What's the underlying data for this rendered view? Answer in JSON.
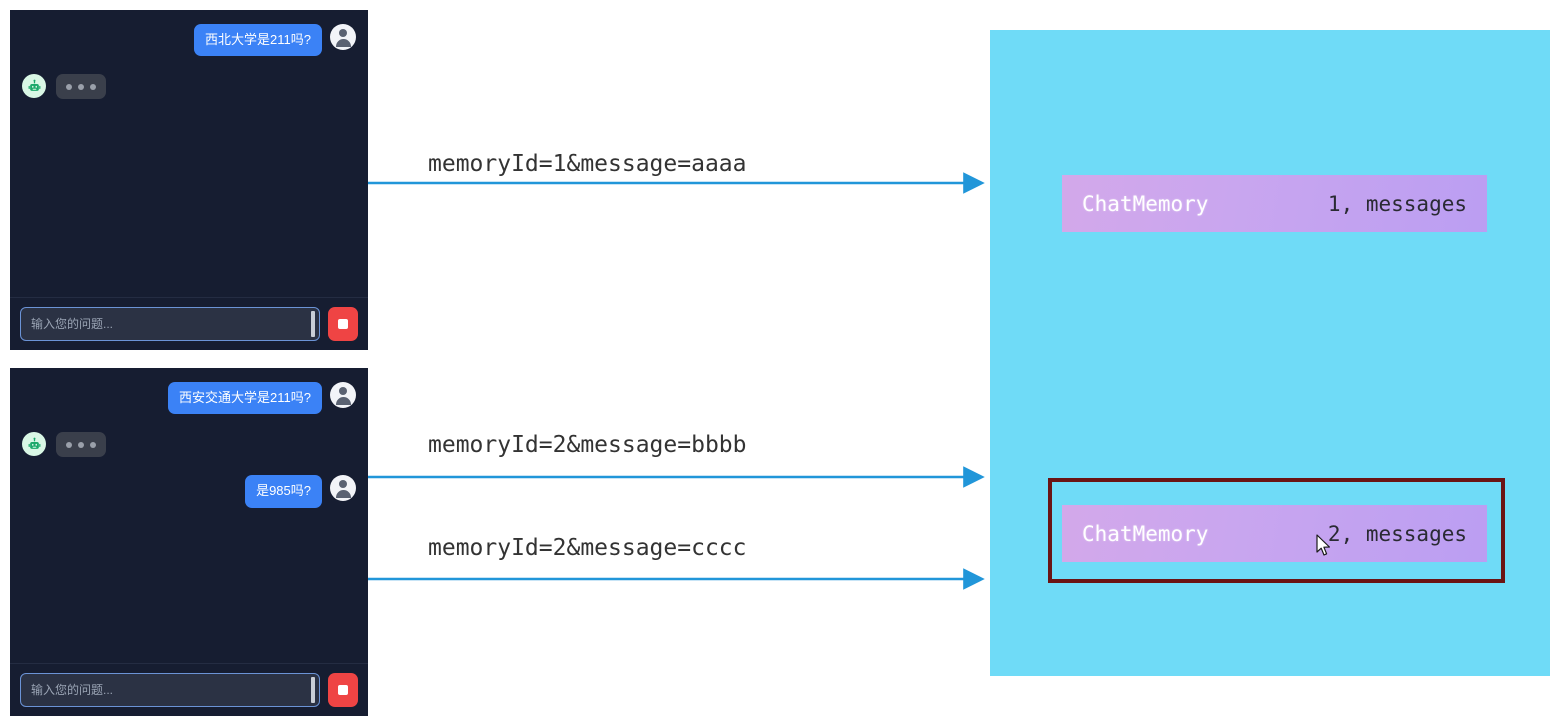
{
  "chat_panels": [
    {
      "panel_name": "chat-window-memory-1",
      "messages": [
        {
          "role": "user",
          "text": "西北大学是211吗?"
        },
        {
          "role": "bot",
          "text": "",
          "state": "typing"
        }
      ],
      "input": {
        "value": "",
        "placeholder": "输入您的问题..."
      },
      "stop_button_label": ""
    },
    {
      "panel_name": "chat-window-memory-2",
      "messages": [
        {
          "role": "user",
          "text": "西安交通大学是211吗?"
        },
        {
          "role": "bot",
          "text": "",
          "state": "typing"
        },
        {
          "role": "user",
          "text": "是985吗?"
        }
      ],
      "input": {
        "value": "",
        "placeholder": "输入您的问题..."
      },
      "stop_button_label": ""
    }
  ],
  "arrows": [
    {
      "label": "memoryId=1&message=aaaa"
    },
    {
      "label": "memoryId=2&message=bbbb"
    },
    {
      "label": "memoryId=2&message=cccc"
    }
  ],
  "memory_panel": {
    "cards": [
      {
        "title": "ChatMemory",
        "detail": "1, messages",
        "highlighted": false
      },
      {
        "title": "ChatMemory",
        "detail": "2, messages",
        "highlighted": true
      }
    ]
  },
  "colors": {
    "chat_background": "#161d31",
    "user_bubble": "#3b82f6",
    "bot_avatar": "#d9f7e5",
    "stop_button": "#ef4444",
    "memory_panel": "#6fdbf7",
    "memory_card_gradient_start": "#d3a8ea",
    "memory_card_gradient_end": "#bb9ef2",
    "highlight_border": "#6b1414",
    "arrow": "#2196d9"
  }
}
